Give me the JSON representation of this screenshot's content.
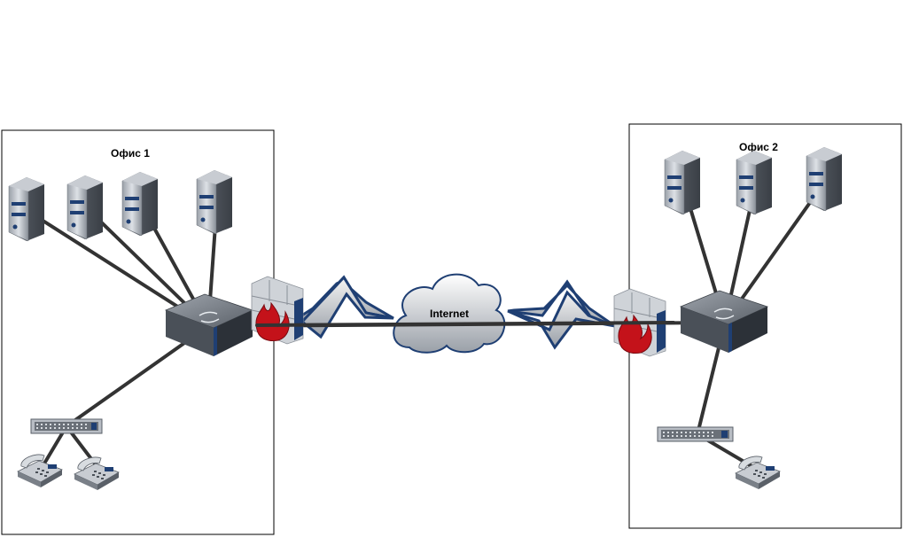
{
  "offices": [
    {
      "label": "Офис 1"
    },
    {
      "label": "Офис 2"
    }
  ],
  "cloud": {
    "label": "Internet"
  },
  "colors": {
    "link": "#333333",
    "accent": "#1f3f73",
    "flame": "#c4121a",
    "frame": "#000000"
  }
}
